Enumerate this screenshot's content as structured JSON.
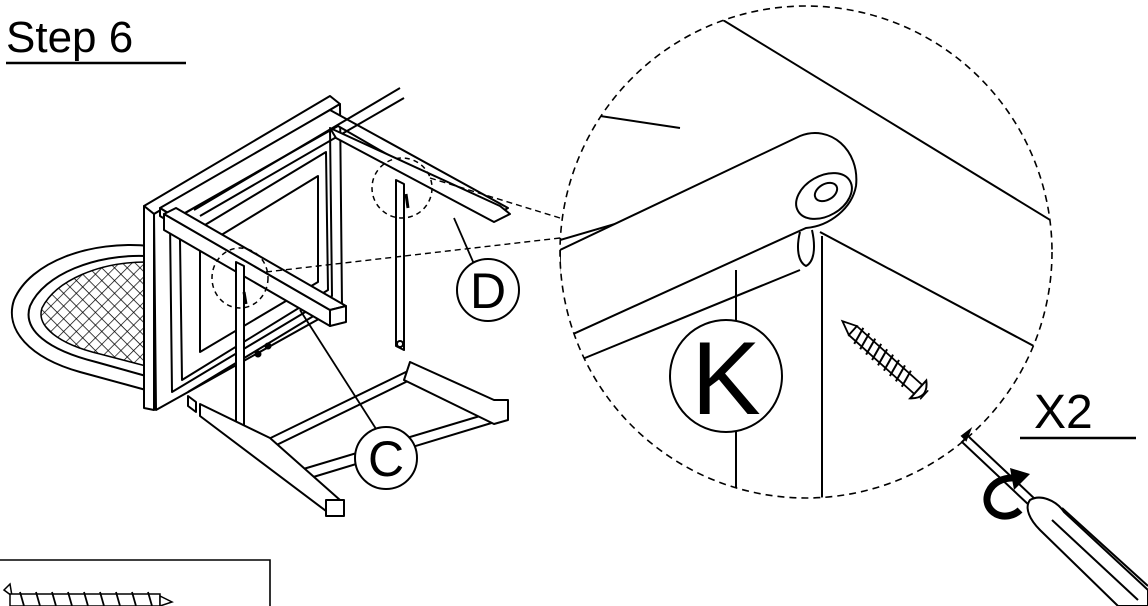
{
  "step_title": "Step 6",
  "callouts": {
    "c": "C",
    "d": "D",
    "k": "K"
  },
  "quantity": "X2",
  "icons": {
    "screw": "screw-icon",
    "screwdriver": "screwdriver-icon",
    "rotate_arrow": "rotate-arrow-icon",
    "chair": "chair-icon"
  }
}
